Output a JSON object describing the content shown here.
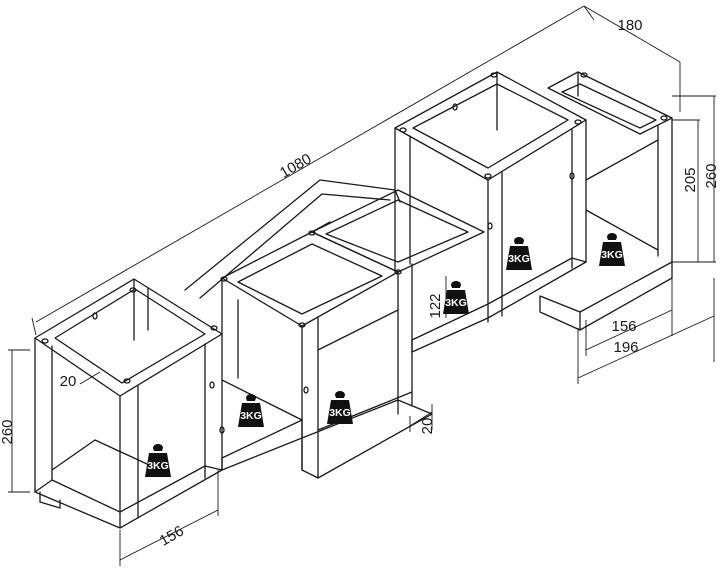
{
  "dimensions": {
    "total_length": "1080",
    "depth": "180",
    "height_right_outer": "260",
    "height_right_inner": "205",
    "height_left": "260",
    "thickness_left": "20",
    "thickness_center": "20",
    "inner_height": "122",
    "inner_width_left": "156",
    "inner_width_right": "156",
    "outer_width_right": "196"
  },
  "weights": [
    {
      "label": "3KG"
    },
    {
      "label": "3KG"
    },
    {
      "label": "3KG"
    },
    {
      "label": "3KG"
    },
    {
      "label": "3KG"
    },
    {
      "label": "3KG"
    }
  ],
  "colors": {
    "line": "#1a1a1a",
    "weight_fill": "#111111"
  }
}
